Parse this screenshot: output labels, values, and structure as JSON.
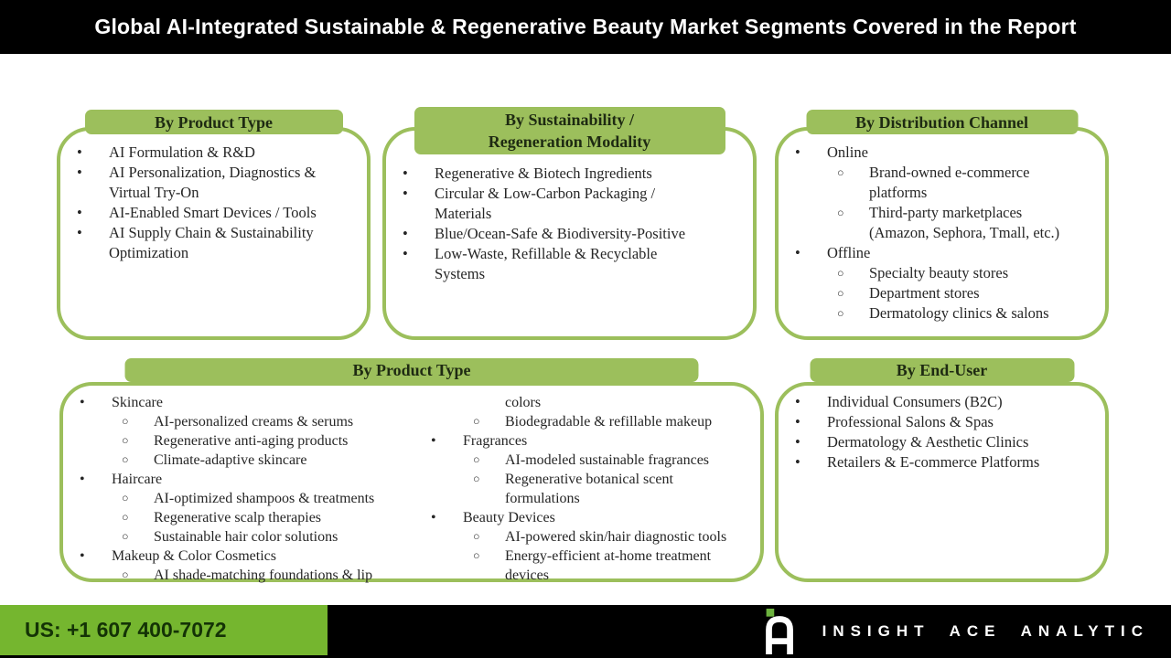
{
  "header": {
    "title": "Global AI-Integrated Sustainable & Regenerative Beauty Market Segments Covered in the Report"
  },
  "colors": {
    "green": "#9cbf5c",
    "footer_green": "#75b62f",
    "logo_green": "#6db33f",
    "body_text": "#262626",
    "tab_text": "#1e2a12",
    "phone_text": "#143306"
  },
  "boxes": {
    "product_type_top": {
      "title": "By Product Type",
      "items": [
        {
          "level": 1,
          "text": "AI Formulation & R&D"
        },
        {
          "level": 1,
          "text": "AI Personalization, Diagnostics &\nVirtual Try-On"
        },
        {
          "level": 1,
          "text": "AI-Enabled Smart Devices / Tools"
        },
        {
          "level": 1,
          "text": "AI Supply Chain & Sustainability\nOptimization"
        }
      ]
    },
    "sustainability_modality": {
      "title": "By Sustainability /\nRegeneration Modality",
      "items": [
        {
          "level": 1,
          "text": "Regenerative & Biotech Ingredients"
        },
        {
          "level": 1,
          "text": "Circular & Low-Carbon Packaging /\nMaterials"
        },
        {
          "level": 1,
          "text": "Blue/Ocean-Safe & Biodiversity-Positive"
        },
        {
          "level": 1,
          "text": "Low-Waste, Refillable & Recyclable\nSystems"
        }
      ]
    },
    "distribution_channel": {
      "title": "By Distribution Channel",
      "items": [
        {
          "level": 1,
          "text": "Online"
        },
        {
          "level": 2,
          "text": "Brand-owned e-commerce\nplatforms"
        },
        {
          "level": 2,
          "text": "Third-party marketplaces\n(Amazon, Sephora, Tmall, etc.)"
        },
        {
          "level": 1,
          "text": "Offline"
        },
        {
          "level": 2,
          "text": "Specialty beauty stores"
        },
        {
          "level": 2,
          "text": "Department stores"
        },
        {
          "level": 2,
          "text": "Dermatology clinics & salons"
        }
      ]
    },
    "product_type_bottom": {
      "title": "By Product Type",
      "items_left": [
        {
          "level": 1,
          "text": "Skincare"
        },
        {
          "level": 2,
          "text": "AI-personalized creams & serums"
        },
        {
          "level": 2,
          "text": "Regenerative anti-aging products"
        },
        {
          "level": 2,
          "text": "Climate-adaptive skincare"
        },
        {
          "level": 1,
          "text": "Haircare"
        },
        {
          "level": 2,
          "text": "AI-optimized shampoos & treatments"
        },
        {
          "level": 2,
          "text": "Regenerative scalp therapies"
        },
        {
          "level": 2,
          "text": "Sustainable hair color solutions"
        },
        {
          "level": 1,
          "text": "Makeup & Color Cosmetics"
        },
        {
          "level": 2,
          "text": "AI shade-matching foundations & lip"
        }
      ],
      "items_right": [
        {
          "level": 2,
          "cont": true,
          "text": "colors"
        },
        {
          "level": 2,
          "text": "Biodegradable & refillable makeup"
        },
        {
          "level": 1,
          "text": "Fragrances"
        },
        {
          "level": 2,
          "text": "AI-modeled sustainable fragrances"
        },
        {
          "level": 2,
          "text": "Regenerative botanical scent\nformulations"
        },
        {
          "level": 1,
          "text": "Beauty Devices"
        },
        {
          "level": 2,
          "text": "AI-powered skin/hair diagnostic tools"
        },
        {
          "level": 2,
          "text": "Energy-efficient at-home treatment\ndevices"
        }
      ]
    },
    "end_user": {
      "title": "By End-User",
      "items": [
        {
          "level": 1,
          "text": "Individual Consumers (B2C)"
        },
        {
          "level": 1,
          "text": "Professional Salons & Spas"
        },
        {
          "level": 1,
          "text": "Dermatology & Aesthetic Clinics"
        },
        {
          "level": 1,
          "text": "Retailers & E-commerce Platforms"
        }
      ]
    }
  },
  "footer": {
    "phone": "US: +1 607 400-7072",
    "brand": "INSIGHT ACE ANALYTIC"
  }
}
